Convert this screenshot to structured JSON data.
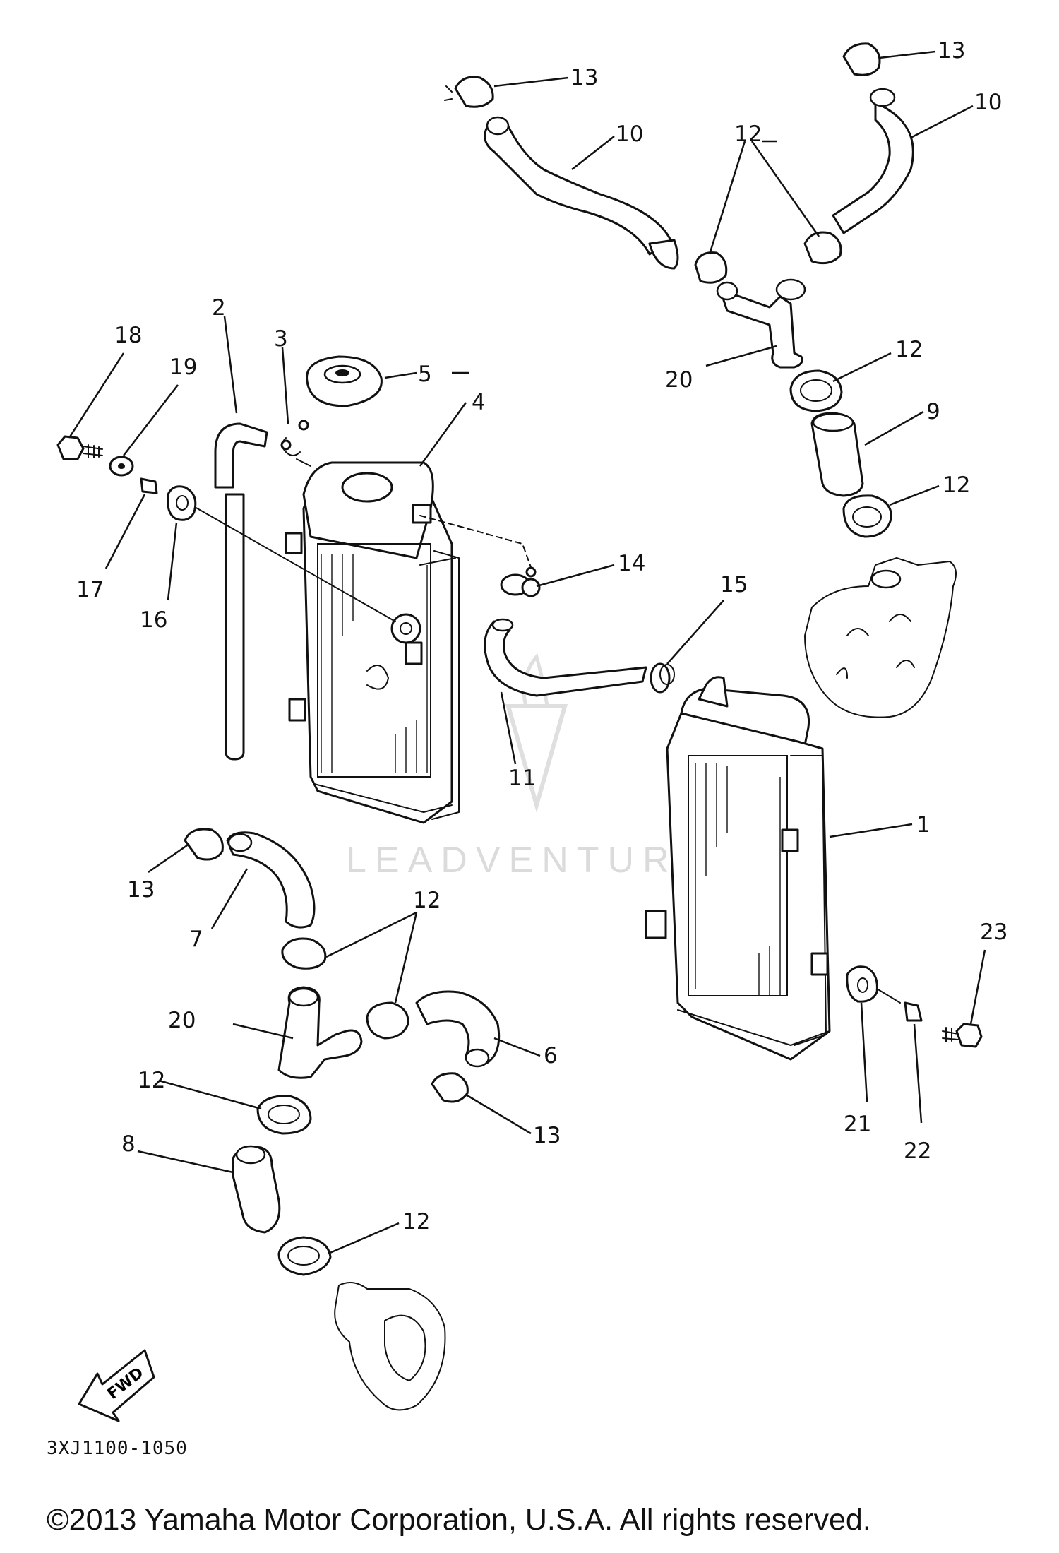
{
  "diagram": {
    "code": "3XJ1100-1050",
    "watermark": "LEADVENTURE",
    "fwd_label": "FWD",
    "callouts": [
      "1",
      "2",
      "3",
      "4",
      "5",
      "6",
      "7",
      "8",
      "9",
      "10",
      "11",
      "12",
      "13",
      "14",
      "15",
      "16",
      "17",
      "18",
      "19",
      "20",
      "21",
      "22",
      "23"
    ]
  },
  "footer": {
    "copyright": "©2013 Yamaha Motor Corporation, U.S.A. All rights reserved."
  }
}
